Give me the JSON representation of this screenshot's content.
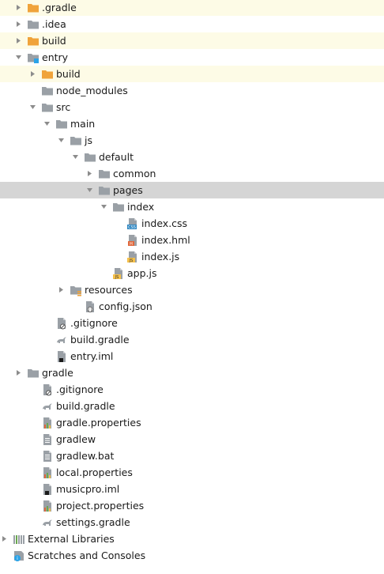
{
  "colors": {
    "folder_gray": "#9aa0a6",
    "folder_orange": "#f0a33a",
    "module_blue": "#2ba3e7",
    "selection": "#d5d5d5",
    "excluded_highlight": "#fdfbe6",
    "arrow": "#8c8c8c"
  },
  "rows": [
    {
      "id": "gradle-dir",
      "label": ".gradle",
      "depth": 0,
      "arrow": "collapsed",
      "icon": "folder-orange",
      "highlight": "yellow"
    },
    {
      "id": "idea-dir",
      "label": ".idea",
      "depth": 0,
      "arrow": "collapsed",
      "icon": "folder-gray",
      "highlight": ""
    },
    {
      "id": "build-root",
      "label": "build",
      "depth": 0,
      "arrow": "collapsed",
      "icon": "folder-orange",
      "highlight": "yellow"
    },
    {
      "id": "entry",
      "label": "entry",
      "depth": 0,
      "arrow": "expanded",
      "icon": "module-folder",
      "highlight": ""
    },
    {
      "id": "entry-build",
      "label": "build",
      "depth": 1,
      "arrow": "collapsed",
      "icon": "folder-orange",
      "highlight": "yellow"
    },
    {
      "id": "node-modules",
      "label": "node_modules",
      "depth": 1,
      "arrow": "none",
      "icon": "folder-gray",
      "highlight": ""
    },
    {
      "id": "src",
      "label": "src",
      "depth": 1,
      "arrow": "expanded",
      "icon": "folder-gray",
      "highlight": ""
    },
    {
      "id": "main",
      "label": "main",
      "depth": 2,
      "arrow": "expanded",
      "icon": "folder-gray",
      "highlight": ""
    },
    {
      "id": "js",
      "label": "js",
      "depth": 3,
      "arrow": "expanded",
      "icon": "folder-gray",
      "highlight": ""
    },
    {
      "id": "default",
      "label": "default",
      "depth": 4,
      "arrow": "expanded",
      "icon": "folder-gray",
      "highlight": ""
    },
    {
      "id": "common",
      "label": "common",
      "depth": 5,
      "arrow": "collapsed",
      "icon": "folder-gray",
      "highlight": ""
    },
    {
      "id": "pages",
      "label": "pages",
      "depth": 5,
      "arrow": "expanded",
      "icon": "folder-gray",
      "highlight": "selected"
    },
    {
      "id": "index-dir",
      "label": "index",
      "depth": 6,
      "arrow": "expanded",
      "icon": "folder-gray",
      "highlight": ""
    },
    {
      "id": "index-css",
      "label": "index.css",
      "depth": 7,
      "arrow": "none",
      "icon": "file-css",
      "highlight": ""
    },
    {
      "id": "index-hml",
      "label": "index.hml",
      "depth": 7,
      "arrow": "none",
      "icon": "file-hml",
      "highlight": ""
    },
    {
      "id": "index-js",
      "label": "index.js",
      "depth": 7,
      "arrow": "none",
      "icon": "file-js",
      "highlight": ""
    },
    {
      "id": "app-js",
      "label": "app.js",
      "depth": 6,
      "arrow": "none",
      "icon": "file-js",
      "highlight": ""
    },
    {
      "id": "resources",
      "label": "resources",
      "depth": 3,
      "arrow": "collapsed",
      "icon": "folder-resources",
      "highlight": ""
    },
    {
      "id": "config-json",
      "label": "config.json",
      "depth": 4,
      "arrow": "none",
      "icon": "file-json",
      "highlight": ""
    },
    {
      "id": "entry-gitignore",
      "label": ".gitignore",
      "depth": 2,
      "arrow": "none",
      "icon": "file-gitignore",
      "highlight": ""
    },
    {
      "id": "entry-build-gradle",
      "label": "build.gradle",
      "depth": 2,
      "arrow": "none",
      "icon": "file-gradle",
      "highlight": ""
    },
    {
      "id": "entry-iml",
      "label": "entry.iml",
      "depth": 2,
      "arrow": "none",
      "icon": "file-iml",
      "highlight": ""
    },
    {
      "id": "gradle-folder",
      "label": "gradle",
      "depth": 0,
      "arrow": "collapsed",
      "icon": "folder-gray",
      "highlight": ""
    },
    {
      "id": "root-gitignore",
      "label": ".gitignore",
      "depth": 1,
      "arrow": "none",
      "icon": "file-gitignore",
      "highlight": ""
    },
    {
      "id": "root-build-gradle",
      "label": "build.gradle",
      "depth": 1,
      "arrow": "none",
      "icon": "file-gradle",
      "highlight": ""
    },
    {
      "id": "gradle-properties",
      "label": "gradle.properties",
      "depth": 1,
      "arrow": "none",
      "icon": "file-properties",
      "highlight": ""
    },
    {
      "id": "gradlew",
      "label": "gradlew",
      "depth": 1,
      "arrow": "none",
      "icon": "file-text",
      "highlight": ""
    },
    {
      "id": "gradlew-bat",
      "label": "gradlew.bat",
      "depth": 1,
      "arrow": "none",
      "icon": "file-text",
      "highlight": ""
    },
    {
      "id": "local-properties",
      "label": "local.properties",
      "depth": 1,
      "arrow": "none",
      "icon": "file-properties",
      "highlight": ""
    },
    {
      "id": "musicpro-iml",
      "label": "musicpro.iml",
      "depth": 1,
      "arrow": "none",
      "icon": "file-iml",
      "highlight": ""
    },
    {
      "id": "project-properties",
      "label": "project.properties",
      "depth": 1,
      "arrow": "none",
      "icon": "file-properties",
      "highlight": ""
    },
    {
      "id": "settings-gradle",
      "label": "settings.gradle",
      "depth": 1,
      "arrow": "none",
      "icon": "file-gradle",
      "highlight": ""
    },
    {
      "id": "external-libraries",
      "label": "External Libraries",
      "depth": -1,
      "arrow": "collapsed",
      "icon": "libraries",
      "highlight": ""
    },
    {
      "id": "scratches",
      "label": "Scratches and Consoles",
      "depth": -1,
      "arrow": "none",
      "icon": "scratches",
      "highlight": ""
    }
  ]
}
